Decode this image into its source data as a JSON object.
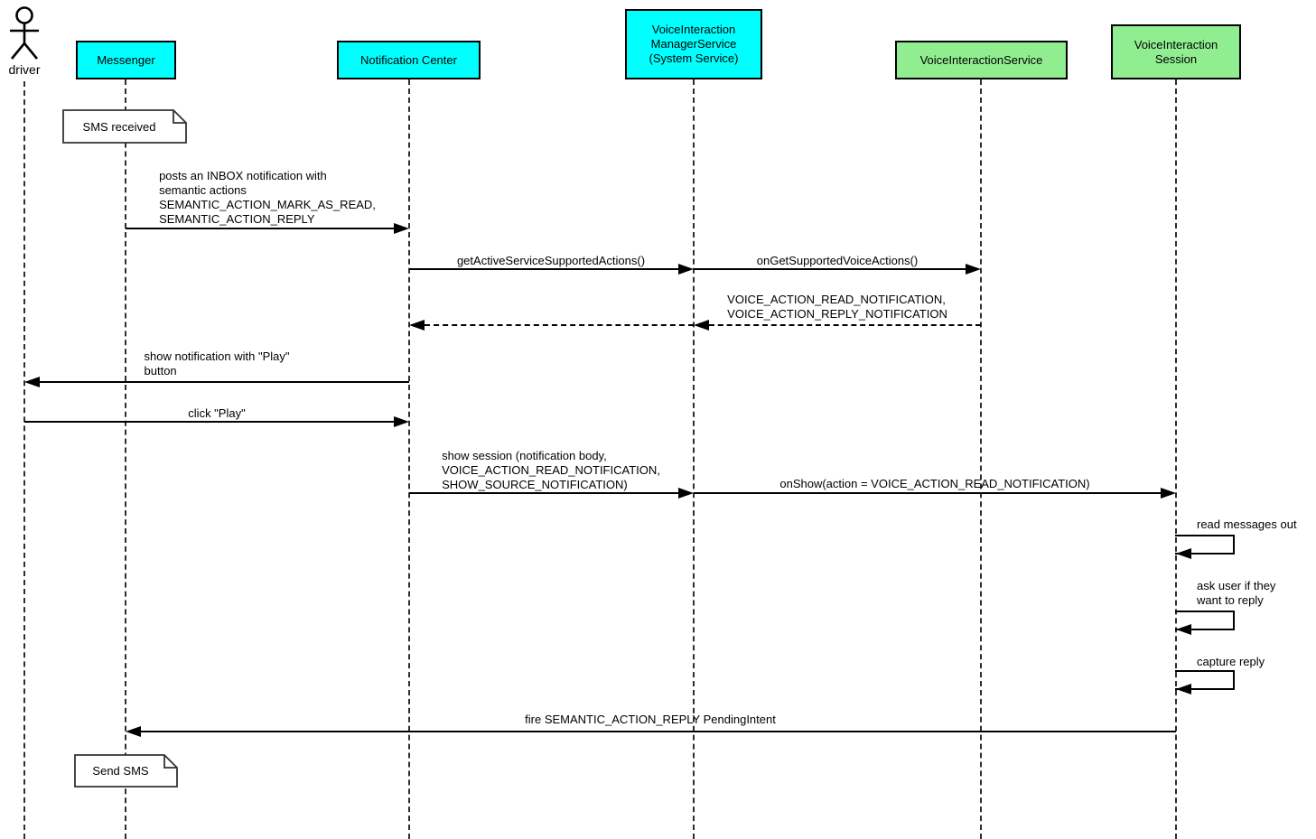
{
  "diagram": {
    "kind": "uml-sequence-diagram",
    "background_color": "#ffffff",
    "line_color": "#000000",
    "participant_colors": {
      "app_cyan": "#00ffff",
      "service_green": "#90ee90"
    }
  },
  "actor": {
    "label": "driver"
  },
  "participants": [
    {
      "label": "Messenger",
      "color": "#00ffff"
    },
    {
      "label": "Notification Center",
      "color": "#00ffff"
    },
    {
      "label": "VoiceInteraction\nManagerService\n(System Service)",
      "color": "#00ffff"
    },
    {
      "label": "VoiceInteractionService",
      "color": "#90ee90"
    },
    {
      "label": "VoiceInteraction\nSession",
      "color": "#90ee90"
    }
  ],
  "notes": [
    {
      "text": "SMS received",
      "anchor": "Messenger"
    },
    {
      "text": "Send SMS",
      "anchor": "Messenger"
    }
  ],
  "messages": [
    {
      "from": "Messenger",
      "to": "Notification Center",
      "type": "solid",
      "label": "posts an INBOX notification with\nsemantic actions\nSEMANTIC_ACTION_MARK_AS_READ,\nSEMANTIC_ACTION_REPLY"
    },
    {
      "from": "Notification Center",
      "to": "VoiceInteractionManagerService",
      "type": "solid",
      "label": "getActiveServiceSupportedActions()"
    },
    {
      "from": "VoiceInteractionManagerService",
      "to": "VoiceInteractionService",
      "type": "solid",
      "label": "onGetSupportedVoiceActions()"
    },
    {
      "from": "VoiceInteractionService",
      "to": "VoiceInteractionManagerService",
      "type": "dashed-return",
      "label": "VOICE_ACTION_READ_NOTIFICATION,\nVOICE_ACTION_REPLY_NOTIFICATION"
    },
    {
      "from": "VoiceInteractionManagerService",
      "to": "Notification Center",
      "type": "dashed-return",
      "label": ""
    },
    {
      "from": "Notification Center",
      "to": "driver",
      "type": "solid",
      "label": "show notification with \"Play\"\nbutton"
    },
    {
      "from": "driver",
      "to": "Notification Center",
      "type": "solid",
      "label": "click \"Play\""
    },
    {
      "from": "Notification Center",
      "to": "VoiceInteractionManagerService",
      "type": "solid",
      "label": "show session (notification body,\nVOICE_ACTION_READ_NOTIFICATION,\nSHOW_SOURCE_NOTIFICATION)"
    },
    {
      "from": "VoiceInteractionManagerService",
      "to": "VoiceInteractionSession",
      "type": "solid",
      "label": "onShow(action = VOICE_ACTION_READ_NOTIFICATION)"
    },
    {
      "from": "VoiceInteractionSession",
      "to": "VoiceInteractionSession",
      "type": "self",
      "label": "read messages out"
    },
    {
      "from": "VoiceInteractionSession",
      "to": "VoiceInteractionSession",
      "type": "self",
      "label": "ask user if they\nwant to reply"
    },
    {
      "from": "VoiceInteractionSession",
      "to": "VoiceInteractionSession",
      "type": "self",
      "label": "capture reply"
    },
    {
      "from": "VoiceInteractionSession",
      "to": "Messenger",
      "type": "solid",
      "label": "fire SEMANTIC_ACTION_REPLY PendingIntent"
    }
  ]
}
